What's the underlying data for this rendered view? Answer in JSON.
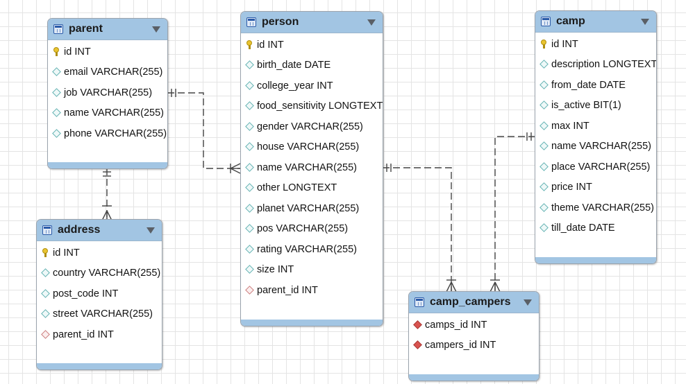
{
  "tables": {
    "parent": {
      "name": "parent",
      "columns": [
        {
          "label": "id INT",
          "kind": "primary-key"
        },
        {
          "label": "email VARCHAR(255)",
          "kind": "column"
        },
        {
          "label": "job VARCHAR(255)",
          "kind": "column"
        },
        {
          "label": "name VARCHAR(255)",
          "kind": "column"
        },
        {
          "label": "phone VARCHAR(255)",
          "kind": "column"
        }
      ]
    },
    "person": {
      "name": "person",
      "columns": [
        {
          "label": "id INT",
          "kind": "primary-key"
        },
        {
          "label": "birth_date DATE",
          "kind": "column"
        },
        {
          "label": "college_year INT",
          "kind": "column"
        },
        {
          "label": "food_sensitivity LONGTEXT",
          "kind": "column"
        },
        {
          "label": "gender VARCHAR(255)",
          "kind": "column"
        },
        {
          "label": "house VARCHAR(255)",
          "kind": "column"
        },
        {
          "label": "name VARCHAR(255)",
          "kind": "column"
        },
        {
          "label": "other LONGTEXT",
          "kind": "column"
        },
        {
          "label": "planet VARCHAR(255)",
          "kind": "column"
        },
        {
          "label": "pos VARCHAR(255)",
          "kind": "column"
        },
        {
          "label": "rating VARCHAR(255)",
          "kind": "column"
        },
        {
          "label": "size INT",
          "kind": "column"
        },
        {
          "label": "parent_id INT",
          "kind": "foreign-key"
        }
      ]
    },
    "camp": {
      "name": "camp",
      "columns": [
        {
          "label": "id INT",
          "kind": "primary-key"
        },
        {
          "label": "description LONGTEXT",
          "kind": "column"
        },
        {
          "label": "from_date DATE",
          "kind": "column"
        },
        {
          "label": "is_active BIT(1)",
          "kind": "column"
        },
        {
          "label": "max INT",
          "kind": "column"
        },
        {
          "label": "name VARCHAR(255)",
          "kind": "column"
        },
        {
          "label": "place VARCHAR(255)",
          "kind": "column"
        },
        {
          "label": "price INT",
          "kind": "column"
        },
        {
          "label": "theme VARCHAR(255)",
          "kind": "column"
        },
        {
          "label": "till_date DATE",
          "kind": "column"
        }
      ]
    },
    "address": {
      "name": "address",
      "columns": [
        {
          "label": "id INT",
          "kind": "primary-key"
        },
        {
          "label": "country VARCHAR(255)",
          "kind": "column"
        },
        {
          "label": "post_code INT",
          "kind": "column"
        },
        {
          "label": "street VARCHAR(255)",
          "kind": "column"
        },
        {
          "label": "parent_id INT",
          "kind": "foreign-key"
        }
      ]
    },
    "camp_campers": {
      "name": "camp_campers",
      "columns": [
        {
          "label": "camps_id INT",
          "kind": "primary-foreign-key"
        },
        {
          "label": "campers_id INT",
          "kind": "primary-foreign-key"
        }
      ]
    }
  },
  "relationships": [
    {
      "from": "parent",
      "to": "person",
      "cardinality": "one-to-many"
    },
    {
      "from": "parent",
      "to": "address",
      "cardinality": "one-to-many"
    },
    {
      "from": "person",
      "to": "camp_campers",
      "cardinality": "one-to-many"
    },
    {
      "from": "camp",
      "to": "camp_campers",
      "cardinality": "one-to-many"
    }
  ],
  "colors": {
    "header": "#a2c5e3",
    "grid": "#e4e4e4",
    "connector": "#444444",
    "primary_key": "#e9c430",
    "column": "#66b3b3",
    "foreign_key": "#cc7f7f",
    "primary_foreign_key": "#d9534f"
  }
}
